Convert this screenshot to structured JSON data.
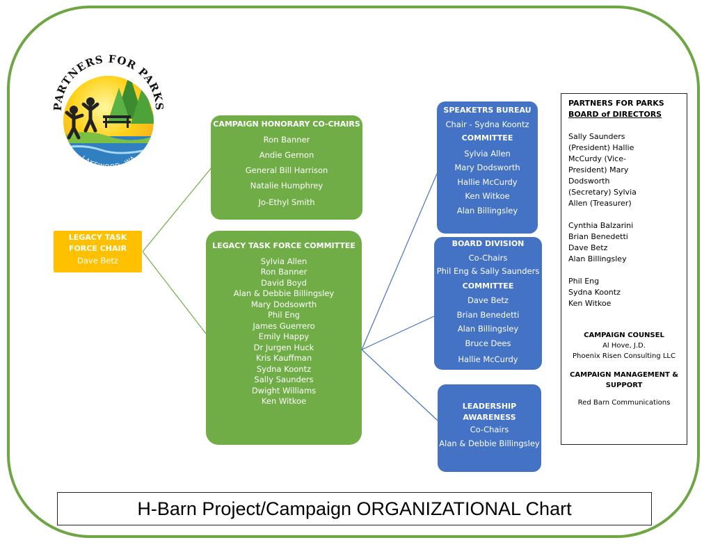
{
  "logo": {
    "arc_top": "PARTNERS FOR PARKS",
    "arc_bottom": "LAKEWOOD, WA"
  },
  "chair": {
    "title_line1": "LEGACY TASK",
    "title_line2": "FORCE CHAIR",
    "name": "Dave Betz"
  },
  "honorary": {
    "title": "CAMPAIGN HONORARY CO-CHAIRS",
    "members": [
      "Ron Banner",
      "Andie Gernon",
      "General Bill Harrison",
      "Natalie Humphrey",
      "Jo-Ethyl Smith"
    ]
  },
  "committee": {
    "title": "LEGACY TASK FORCE COMMITTEE",
    "members": [
      "Sylvia Allen",
      "Ron Banner",
      "David Boyd",
      "Alan & Debbie Billingsley",
      "Mary Dodsowrth",
      "Phil Eng",
      "James Guerrero",
      "Emily Happy",
      "Dr Jurgen Huck",
      "Kris Kauffman",
      "Sydna Koontz",
      "Sally Saunders",
      "Dwight Williams",
      "Ken Witkoe"
    ]
  },
  "speakers": {
    "title": "SPEAKETRS BUREAU",
    "chair": "Chair - Sydna Koontz",
    "committee_label": "COMMITTEE",
    "members": [
      "Sylvia Allen",
      "Mary Dodsworth",
      "Hallie McCurdy",
      "Ken Witkoe",
      "Alan Billingsley"
    ]
  },
  "board_division": {
    "title": "BOARD DIVISION",
    "cochairs_label": "Co-Chairs",
    "cochairs": "Phil Eng & Sally Saunders",
    "committee_label": "COMMITTEE",
    "members": [
      "Dave Betz",
      "Brian Benedetti",
      "Alan Billingsley",
      "Bruce Dees",
      "Hallie McCurdy"
    ]
  },
  "leadership": {
    "title_line1": "LEADERSHIP",
    "title_line2": "AWARENESS",
    "cochairs_label": "Co-Chairs",
    "cochairs": "Alan & Debbie Billingsley"
  },
  "board_directors": {
    "title_line1": "PARTNERS FOR PARKS",
    "title_line2": "BOARD of DIRECTORS",
    "officers": [
      "Sally Saunders",
      "(President) Hallie",
      "McCurdy (Vice-",
      "President) Mary",
      "Dodsworth",
      "(Secretary) Sylvia",
      "Allen (Treasurer)"
    ],
    "group1": [
      "Cynthia Balzarini",
      "Brian Benedetti",
      "Dave Betz",
      "Alan Billingsley"
    ],
    "group2": [
      "Phil Eng",
      "Sydna Koontz",
      "Ken Witkoe"
    ],
    "counsel_title": "CAMPAIGN COUNSEL",
    "counsel_name": "Al Hove, J.D.",
    "counsel_firm": "Phoenix Risen Consulting LLC",
    "mgmt_title_line1": "CAMPAIGN MANAGEMENT &",
    "mgmt_title_line2": "SUPPORT",
    "mgmt_name": "Red Barn Communications"
  },
  "footer_title": "H-Barn Project/Campaign ORGANIZATIONAL Chart",
  "colors": {
    "green": "#70ad47",
    "blue": "#4472c4",
    "yellow": "#ffc000",
    "frame": "#6ea644"
  }
}
